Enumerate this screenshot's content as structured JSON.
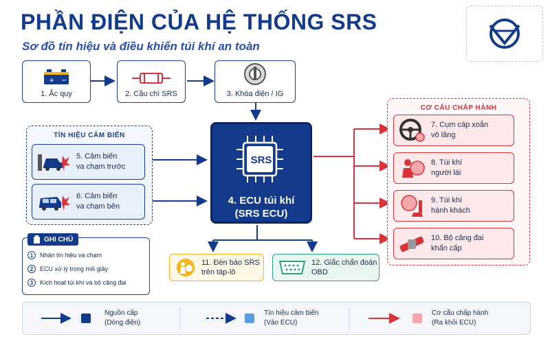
{
  "header": {
    "title": "PHẦN ĐIỆN CỦA HỆ THỐNG SRS",
    "subtitle": "Sơ đồ tín hiệu và điều khiển túi khí an toàn"
  },
  "power_chain": [
    {
      "label": "1. Ắc quy",
      "icon": "battery-icon"
    },
    {
      "label": "2. Cầu chì SRS",
      "icon": "fuse-icon"
    },
    {
      "label": "3. Khóa điện / IG",
      "icon": "ignition-key-icon"
    }
  ],
  "sensors": {
    "title": "TÍN HIỆU CẢM BIẾN",
    "items": [
      {
        "line1": "5. Cảm biến",
        "line2": "va chạm trước",
        "icon": "front-crash-sensor-icon"
      },
      {
        "line1": "6. Cảm biến",
        "line2": "va chạm bên",
        "icon": "side-crash-sensor-icon"
      }
    ]
  },
  "ecu": {
    "chip_text": "SRS",
    "line1": "4. ECU túi khí",
    "line2": "(SRS ECU)"
  },
  "actuators": {
    "title": "CƠ CẤU CHẤP HÀNH",
    "items": [
      {
        "line1": "7. Cụm cáp xoắn",
        "line2": "vô lăng",
        "icon": "steering-wheel-icon"
      },
      {
        "line1": "8. Túi khí",
        "line2": "người lái",
        "icon": "driver-airbag-icon"
      },
      {
        "line1": "9. Túi khí",
        "line2": "hành khách",
        "icon": "passenger-airbag-icon"
      },
      {
        "line1": "10. Bộ căng đai",
        "line2": "khẩn cấp",
        "icon": "seatbelt-pretensioner-icon"
      }
    ]
  },
  "outputs": [
    {
      "line1": "11. Đèn báo SRS",
      "line2": "trên táp-lô",
      "icon": "srs-warning-light-icon"
    },
    {
      "line1": "12. Giắc chẩn đoán",
      "line2": "OBD",
      "icon": "obd-connector-icon"
    }
  ],
  "notes": {
    "title": "GHI CHÚ",
    "items": [
      {
        "num": "1",
        "text": "Nhận tín hiệu va chạm"
      },
      {
        "num": "2",
        "text": "ECU xử lý trong mili giây"
      },
      {
        "num": "3",
        "text": "Kích hoạt túi khí và bộ căng đai"
      }
    ]
  },
  "legend": [
    {
      "line1": "Nguồn cấp",
      "line2": "(Dòng điện)"
    },
    {
      "line1": "Tín hiệu cảm biến",
      "line2": "(Vào ECU)"
    },
    {
      "line1": "Cơ cấu chấp hành",
      "line2": "(Ra khỏi ECU)"
    }
  ],
  "colors": {
    "primary_blue": "#143a8c",
    "signal_blue": "#5b9be0",
    "actuator_red": "#d8323a",
    "actuator_pink": "#f7a8ad"
  }
}
